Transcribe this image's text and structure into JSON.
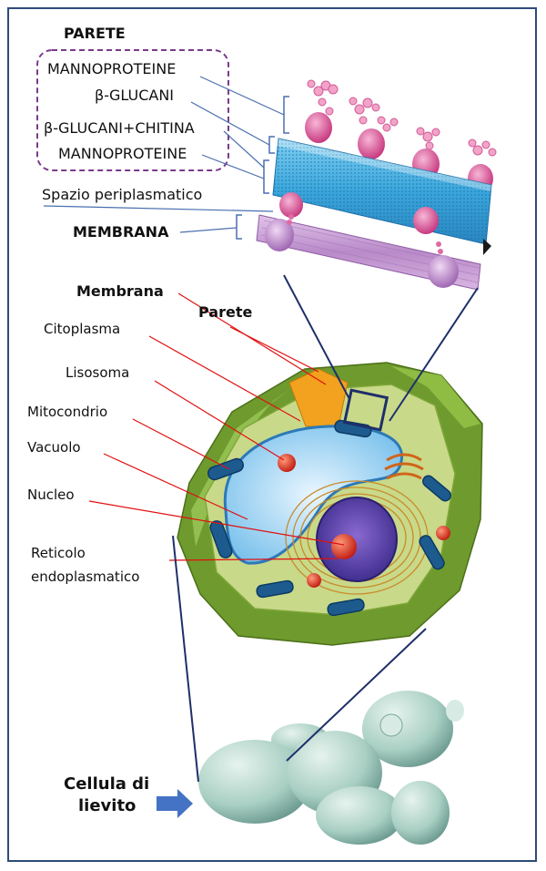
{
  "wall": {
    "title": "PARETE",
    "layers": [
      "MANNOPROTEINE",
      "β-GLUCANI",
      "β-GLUCANI+CHITINA",
      "MANNOPROTEINE"
    ]
  },
  "periplasmic_space": "Spazio periplasmatico",
  "membrane_top": "MEMBRANA",
  "cell_labels": {
    "membrana": "Membrana",
    "parete": "Parete",
    "citoplasma": "Citoplasma",
    "lisosoma": "Lisosoma",
    "mitocondrio": "Mitocondrio",
    "vacuolo": "Vacuolo",
    "nucleo": "Nucleo",
    "reticolo_line1": "Reticolo",
    "reticolo_line2": "endoplasmatico"
  },
  "yeast": {
    "line1": "Cellula di",
    "line2": "lievito"
  },
  "colors": {
    "frame": "#2e4a78",
    "dashed_box": "#7a3a8c",
    "leader_blue": "#4a6fb0",
    "leader_red": "#e01010",
    "arrow": "#4472c4",
    "wall_cyan": "#4fb6e6",
    "membrane_purple": "#c79ad6",
    "protein_pink": "#e0559a",
    "cell_green": "#7fa83a",
    "yeast": "#b9d8cf"
  }
}
